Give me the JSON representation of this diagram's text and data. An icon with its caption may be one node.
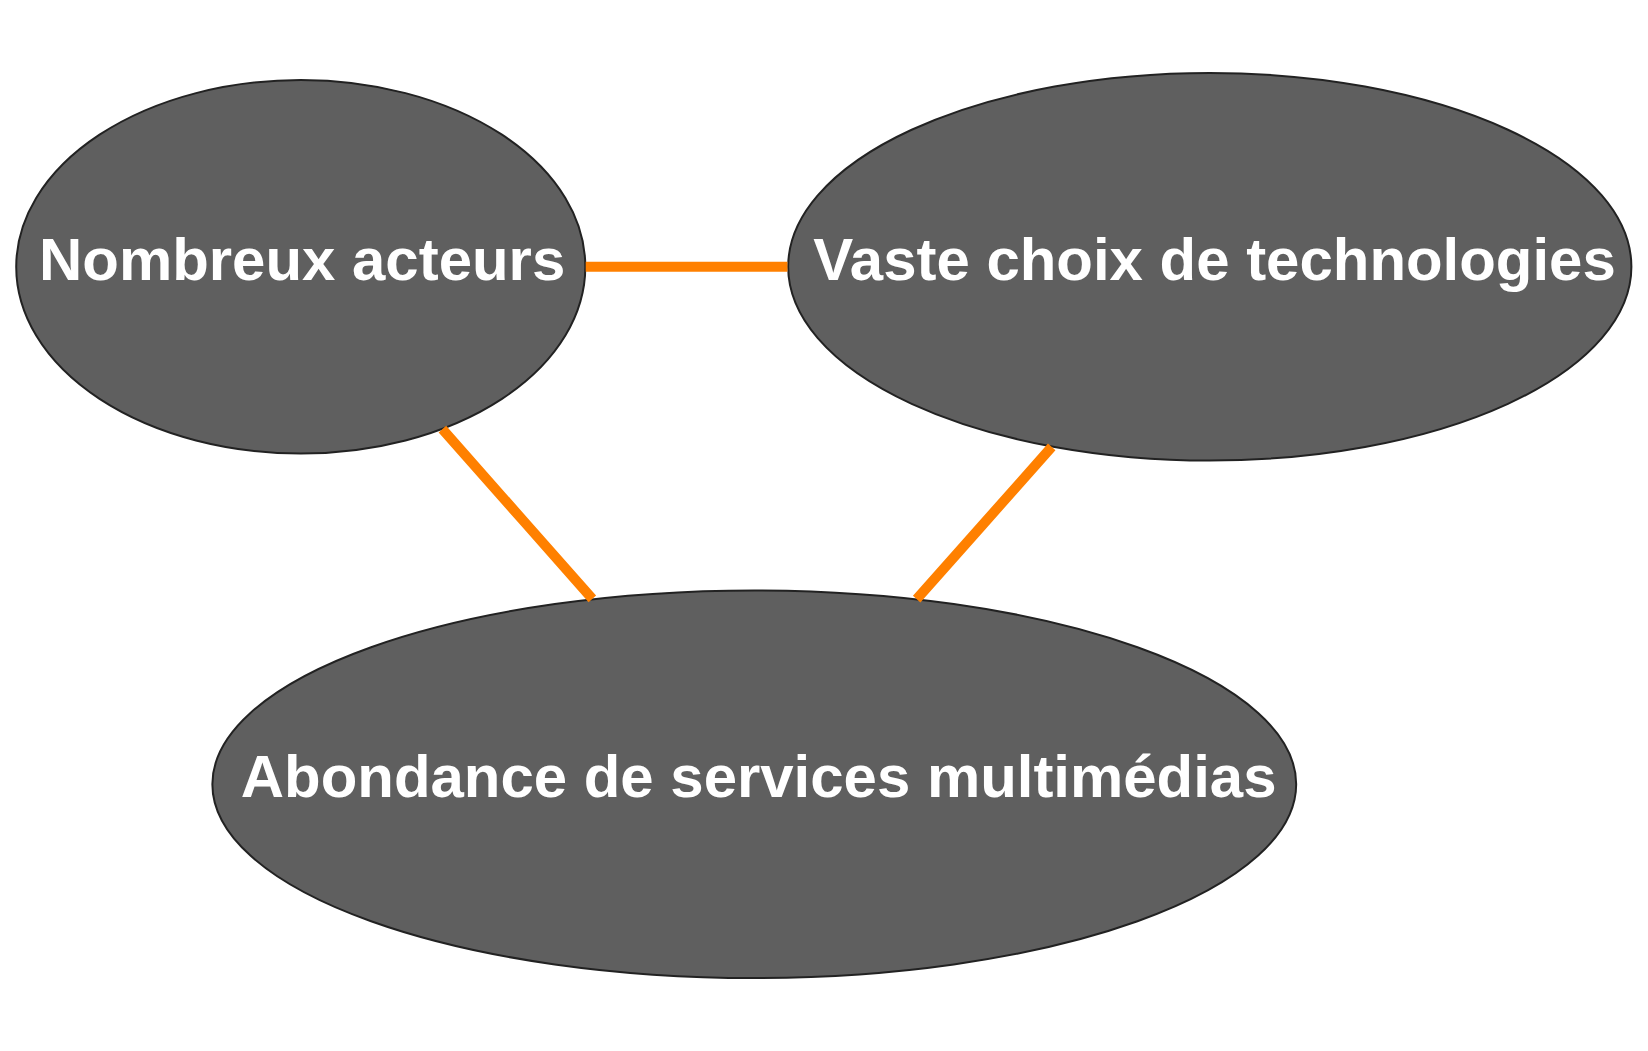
{
  "diagram": {
    "nodes": [
      {
        "text": [
          "Nombreux acteurs"
        ]
      },
      {
        "text": [
          "Vaste choix de technologies"
        ]
      },
      {
        "text": [
          "Abondance de services multimédias"
        ]
      }
    ],
    "edges": [
      {
        "from": 0,
        "to": 1,
        "arrow": "none"
      },
      {
        "from": 1,
        "to": 2,
        "arrow": "none"
      },
      {
        "from": 0,
        "to": 2,
        "arrow": "none"
      }
    ]
  }
}
